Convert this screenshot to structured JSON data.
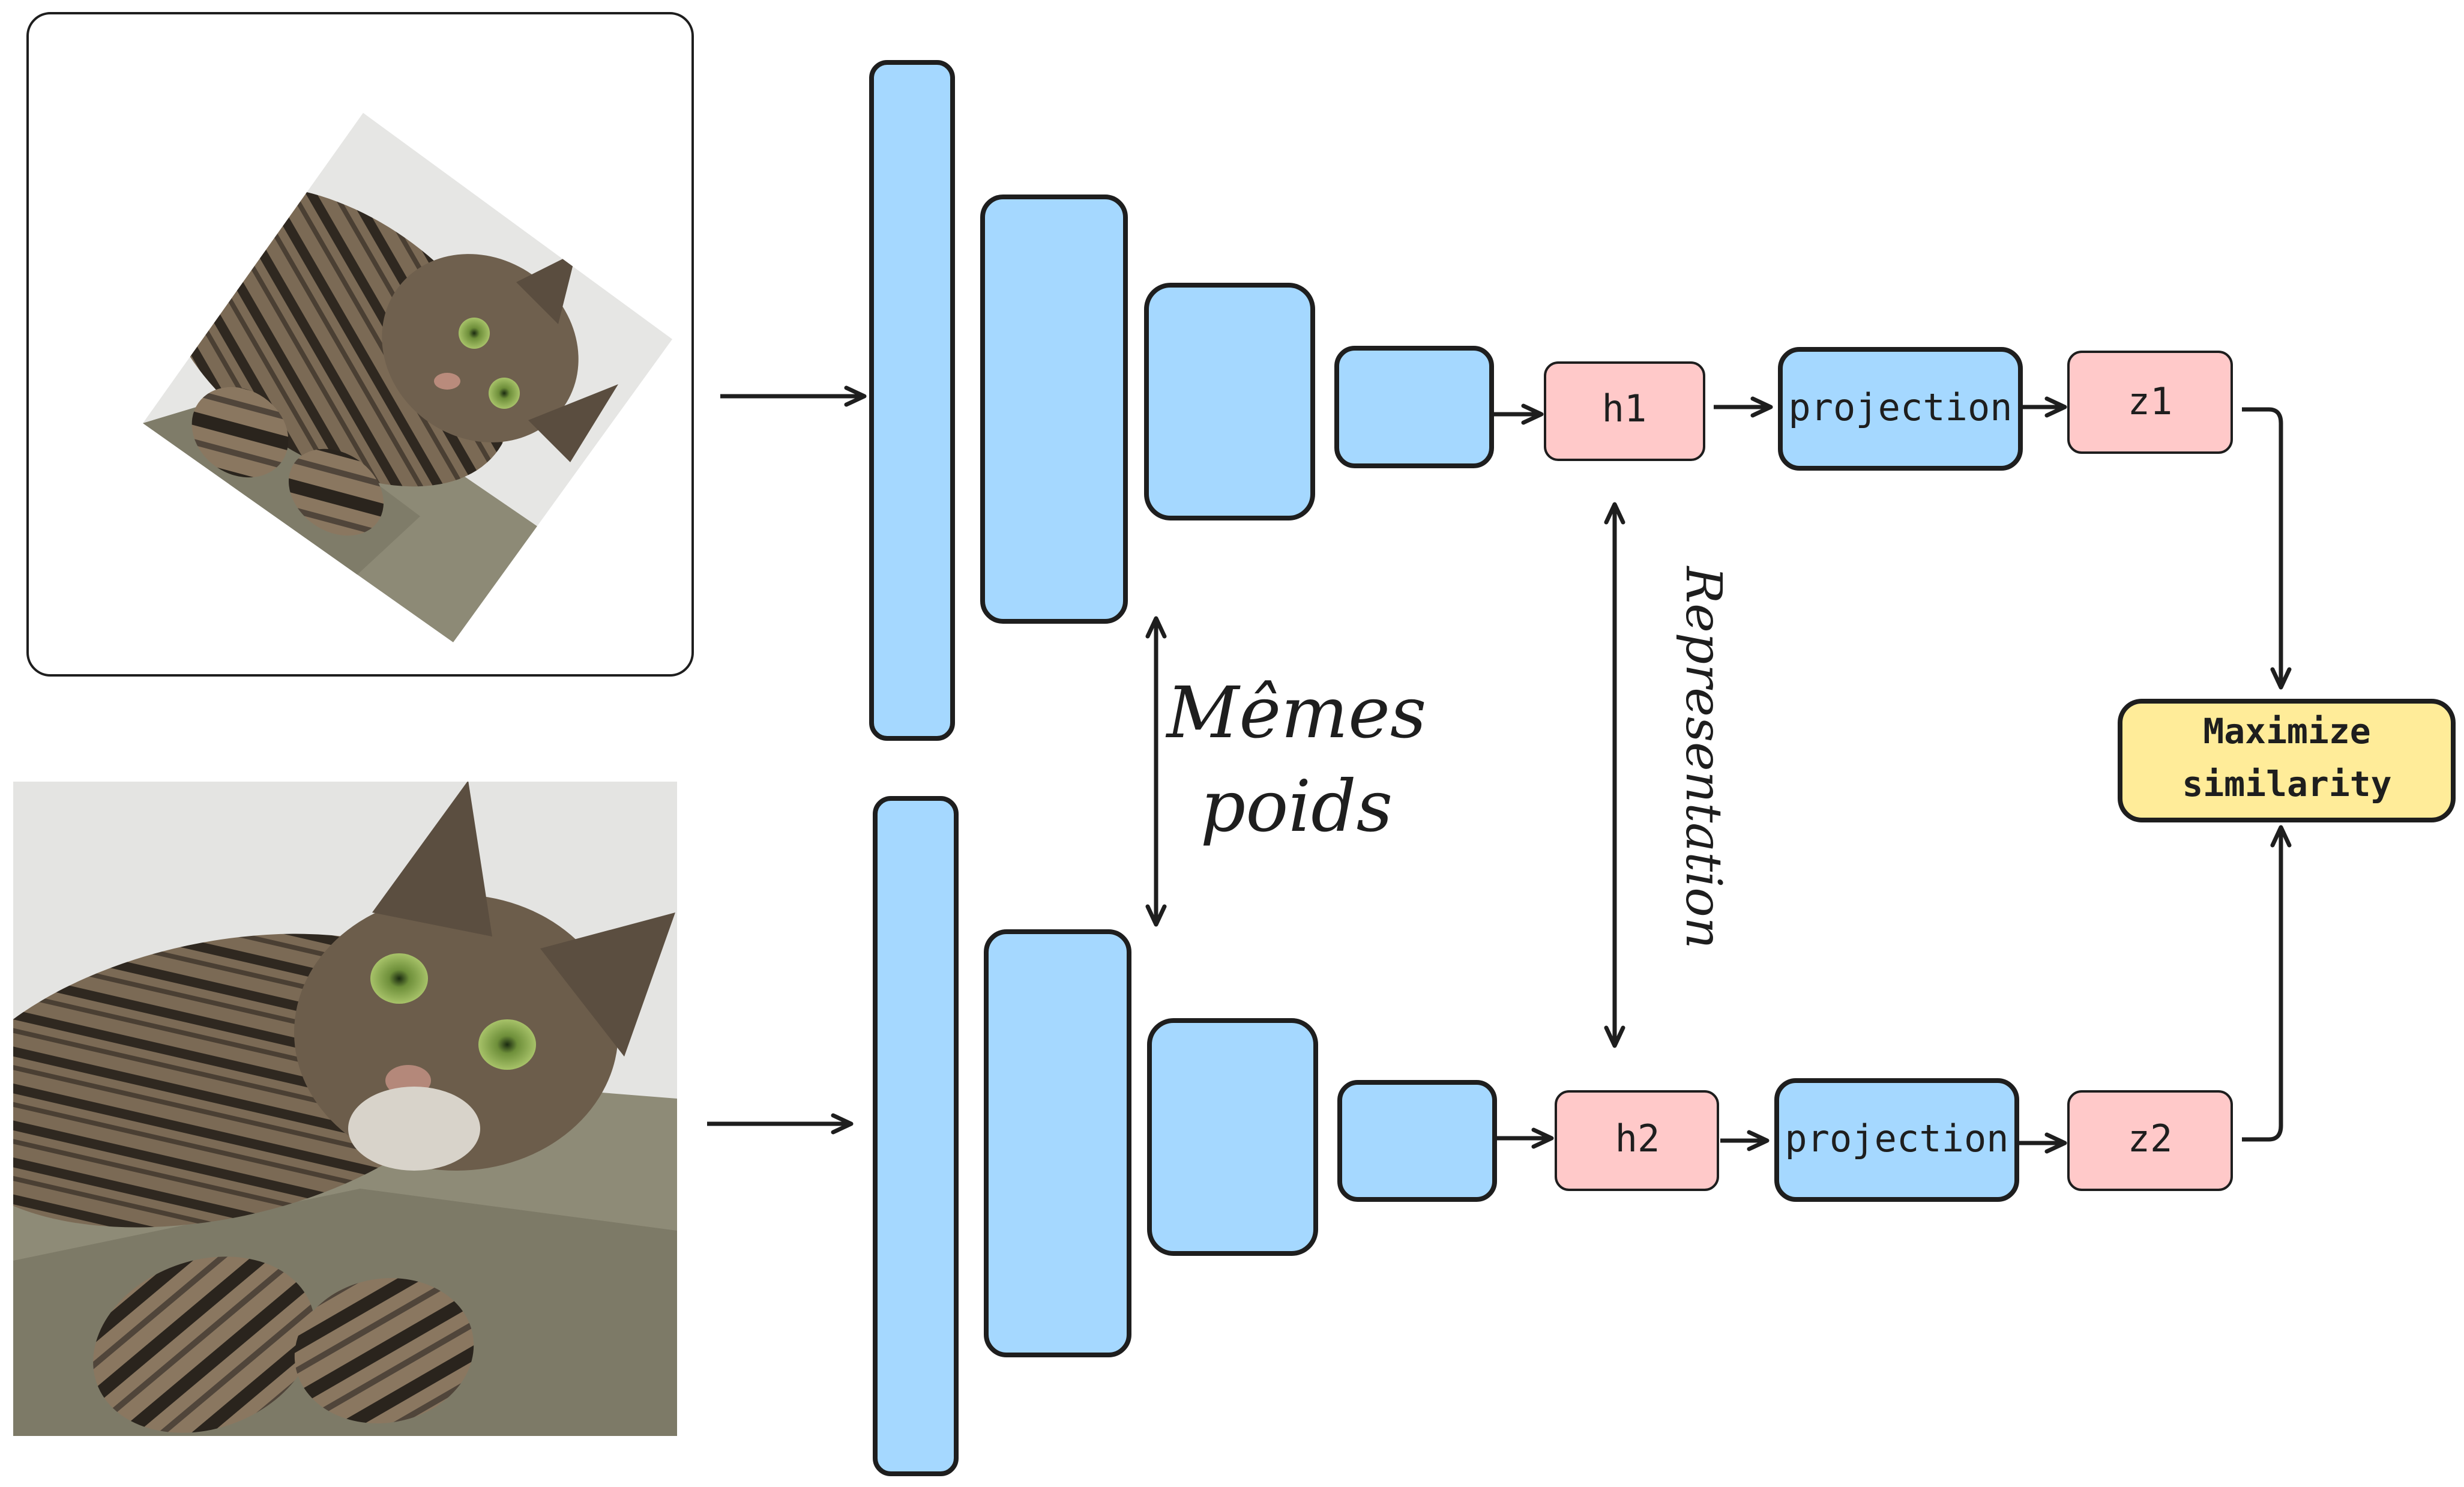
{
  "labels": {
    "h1": "h1",
    "h2": "h2",
    "projection_top": "projection",
    "projection_bottom": "projection",
    "z1": "z1",
    "z2": "z2",
    "memes_line1": "Mêmes",
    "memes_line2": "poids",
    "representation": "Representation",
    "maximize_line1": "Maximize",
    "maximize_line2": "similarity"
  },
  "colors": {
    "encoder_blue": "#a5d8ff",
    "embedding_pink": "#ffc9c9",
    "objective_yellow": "#ffec99",
    "stroke": "#1e1e1e"
  },
  "images": {
    "top": "rotated-cat-photo",
    "bottom": "cat-photo"
  }
}
